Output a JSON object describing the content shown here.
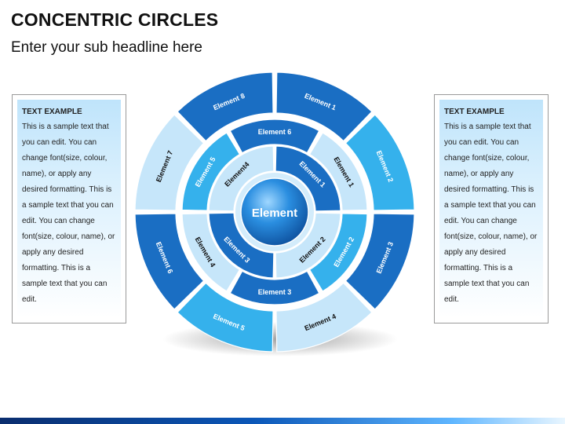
{
  "header": {
    "title": "CONCENTRIC CIRCLES",
    "subtitle": "Enter your sub headline here"
  },
  "panels": {
    "left": {
      "title": "TEXT EXAMPLE",
      "body": "This is a sample text that you can edit. You can change font(size, colour, name), or apply any desired formatting. This is a sample text that you can edit.  You can change font(size, colour, name), or apply any desired formatting. This is a sample text that you can edit."
    },
    "right": {
      "title": "TEXT EXAMPLE",
      "body": "This is a sample text that you can edit. You can change font(size, colour, name), or apply any desired formatting. This is a sample text that you can edit.  You can change font(size, colour, name), or apply any desired formatting. This is a sample text that you can edit."
    }
  },
  "diagram": {
    "center_label": "Element",
    "colors": {
      "dark": "#1a6ec3",
      "medium": "#35b1ec",
      "light": "#c6e6fa",
      "dark_text": "#ffffff",
      "light_text": "#111111",
      "center": "#1e82d2"
    },
    "rings": [
      {
        "name": "inner",
        "segments": [
          {
            "label": "Element 1",
            "tone": "dark"
          },
          {
            "label": "Element 2",
            "tone": "light"
          },
          {
            "label": "Element 3",
            "tone": "dark"
          },
          {
            "label": "Element4",
            "tone": "light"
          }
        ]
      },
      {
        "name": "middle",
        "segments": [
          {
            "label": "Element 1",
            "tone": "light"
          },
          {
            "label": "Element 2",
            "tone": "medium"
          },
          {
            "label": "Element 3",
            "tone": "dark"
          },
          {
            "label": "Element 4",
            "tone": "light"
          },
          {
            "label": "Element 5",
            "tone": "medium"
          },
          {
            "label": "Element 6",
            "tone": "dark"
          }
        ]
      },
      {
        "name": "outer",
        "segments": [
          {
            "label": "Element 1",
            "tone": "dark"
          },
          {
            "label": "Element 2",
            "tone": "medium"
          },
          {
            "label": "Element 3",
            "tone": "dark"
          },
          {
            "label": "Element 4",
            "tone": "light"
          },
          {
            "label": "Element 5",
            "tone": "medium"
          },
          {
            "label": "Element 6",
            "tone": "dark"
          },
          {
            "label": "Element 7",
            "tone": "light"
          },
          {
            "label": "Element 8",
            "tone": "dark"
          }
        ]
      }
    ]
  }
}
